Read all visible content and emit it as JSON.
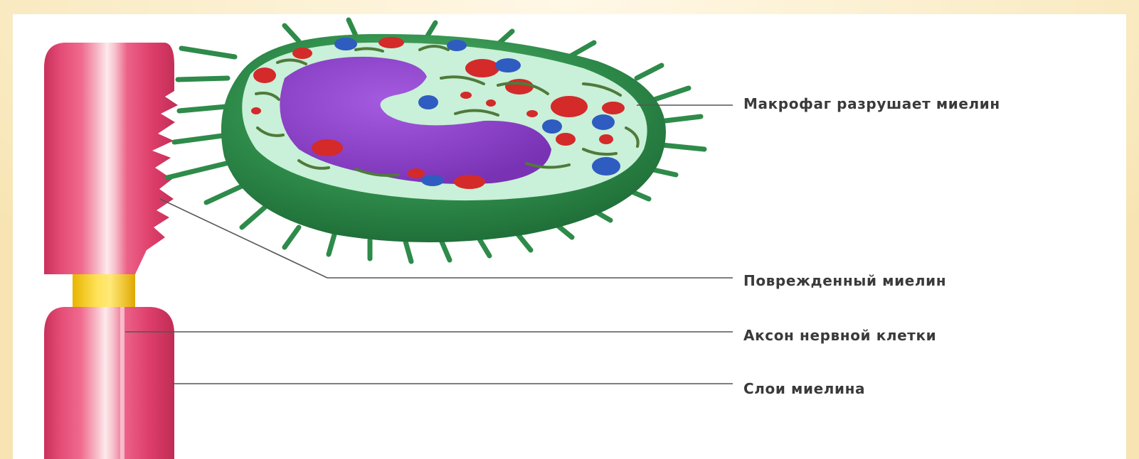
{
  "labels": {
    "macrophage": "Макрофаг разрушает миелин",
    "damaged_myelin": "Поврежденный миелин",
    "axon": "Аксон нервной клетки",
    "myelin_layers": "Слои миелина"
  },
  "colors": {
    "background": "#fdf3d4",
    "panel": "#ffffff",
    "myelin": "#e0456f",
    "myelin_highlight": "#fbe3e6",
    "node_axon": "#f5c518",
    "cell_outer": "#2e8b4a",
    "cytoplasm": "#c9f0d8",
    "nucleus": "#8e44c7",
    "red_organelle": "#d42a2a",
    "blue_organelle": "#2f5cc0",
    "leader_line": "#555555",
    "label_text": "#3a3a3a"
  }
}
